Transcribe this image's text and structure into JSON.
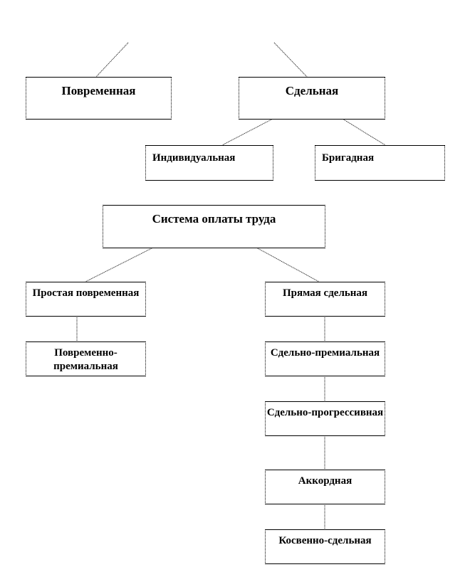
{
  "top_chart": {
    "timebased": "Повременная",
    "piece": "Сдельная",
    "individual": "Индивидуальная",
    "team": "Бригадная"
  },
  "bottom_chart": {
    "root": "Система оплаты труда",
    "simple_time": "Простая повременная",
    "time_bonus": "Повременно-премиальная",
    "direct_piece": "Прямая сдельная",
    "piece_bonus": "Сдельно-премиальная",
    "piece_progressive": "Сдельно-прогрессивная",
    "lump_sum": "Аккордная",
    "indirect_piece": "Косвенно-сдельная"
  }
}
